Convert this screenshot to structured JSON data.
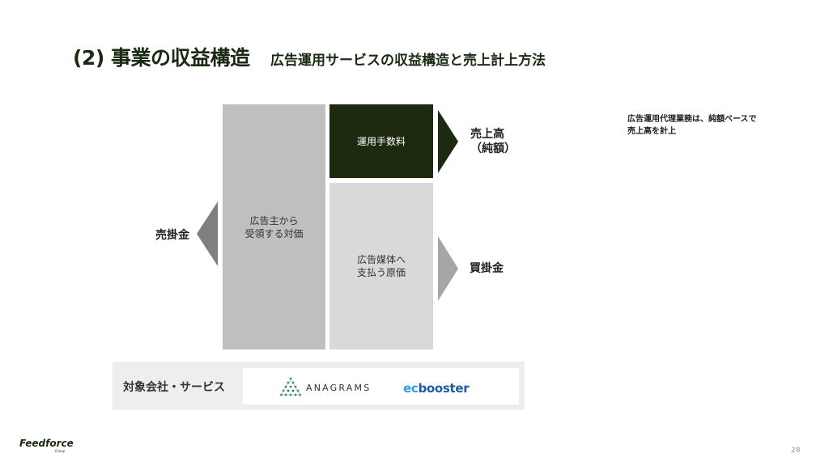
{
  "header": {
    "title": "(2) 事業の収益構造",
    "subtitle": "広告運用サービスの収益構造と売上計上方法"
  },
  "diagram": {
    "main_block": "広告主から\n受領する対価",
    "fee_block": "運用手数料",
    "cost_block": "広告媒体へ\n支払う原価",
    "left_label": "売掛金",
    "right_top_label": "売上高\n（純額）",
    "right_bottom_label": "買掛金",
    "colors": {
      "main_block": "#bfbfbf",
      "fee_block": "#1d2a10",
      "cost_block": "#d9d9d9",
      "arrow_left": "#7f7f7f",
      "arrow_right_top": "#1d2a10",
      "arrow_right_bottom": "#a6a6a6"
    }
  },
  "note": "広告運用代理業務は、純額ベースで\n売上高を計上",
  "services": {
    "label": "対象会社・サービス",
    "logos": {
      "anagrams": "ANAGRAMS",
      "ec_prefix": "ec",
      "ec_suffix": "booster"
    }
  },
  "footer": {
    "company_logo": "Feedforce",
    "company_logo_sub": "Group",
    "page_number": "28"
  }
}
